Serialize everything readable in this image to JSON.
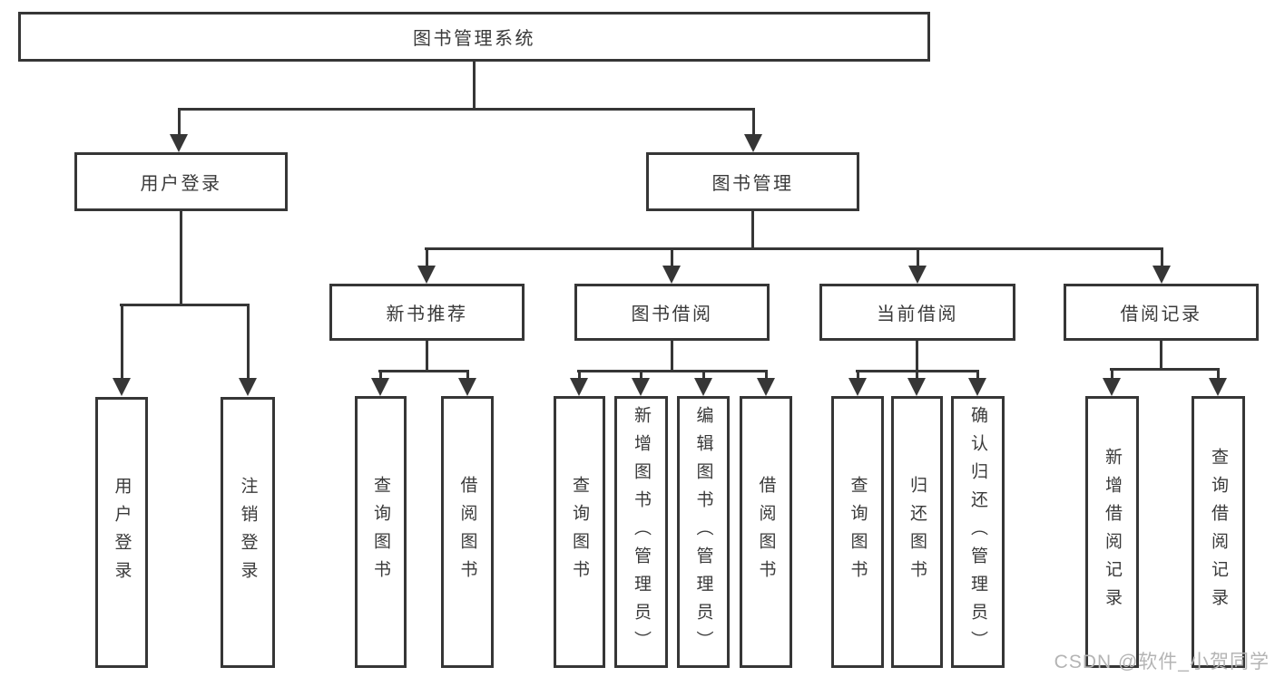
{
  "tree": {
    "label": "图书管理系统",
    "children": [
      {
        "label": "用户登录",
        "children": [
          {
            "label": "用户登录"
          },
          {
            "label": "注销登录"
          }
        ]
      },
      {
        "label": "图书管理",
        "children": [
          {
            "label": "新书推荐",
            "children": [
              {
                "label": "查询图书"
              },
              {
                "label": "借阅图书"
              }
            ]
          },
          {
            "label": "图书借阅",
            "children": [
              {
                "label": "查询图书"
              },
              {
                "label": "新增图书（管理员）"
              },
              {
                "label": "编辑图书（管理员）"
              },
              {
                "label": "借阅图书"
              }
            ]
          },
          {
            "label": "当前借阅",
            "children": [
              {
                "label": "查询图书"
              },
              {
                "label": "归还图书"
              },
              {
                "label": "确认归还（管理员）"
              }
            ]
          },
          {
            "label": "借阅记录",
            "children": [
              {
                "label": "新增借阅记录"
              },
              {
                "label": "查询借阅记录"
              }
            ]
          }
        ]
      }
    ]
  },
  "watermark": "CSDN @软件_小贺同学",
  "colors": {
    "line": "#363636",
    "box_border": "#363636",
    "text": "#3a3a3a",
    "watermark": "#b4b4b4",
    "background": "#ffffff"
  }
}
